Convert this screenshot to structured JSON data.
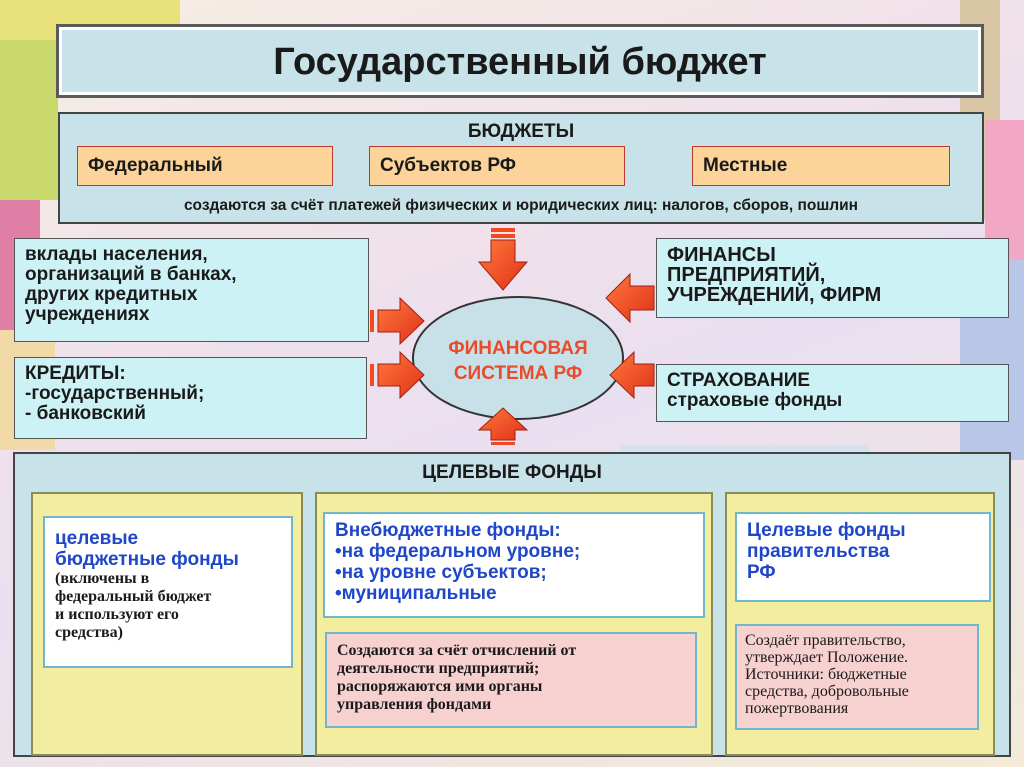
{
  "title": "Государственный бюджет",
  "budgets": {
    "heading": "БЮДЖЕТЫ",
    "items": [
      "Федеральный",
      "Субъектов РФ",
      "Местные"
    ],
    "note": "создаются за счёт платежей физических и юридических лиц: налогов, сборов, пошлин"
  },
  "left": {
    "deposits": [
      "вклады населения,",
      "организаций в банках,",
      "других кредитных",
      "учреждениях"
    ],
    "credits": [
      "КРЕДИТЫ:",
      "-государственный;",
      "- банковский"
    ]
  },
  "right": {
    "finances": [
      "ФИНАНСЫ",
      "ПРЕДПРИЯТИЙ,",
      "УЧРЕЖДЕНИЙ, ФИРМ"
    ],
    "insurance": [
      "СТРАХОВАНИЕ",
      "страховые фонды"
    ]
  },
  "center": [
    "ФИНАНСОВАЯ",
    "СИСТЕМА РФ"
  ],
  "targets": {
    "heading": "ЦЕЛЕВЫЕ ФОНДЫ",
    "col1": {
      "title": [
        "целевые",
        "бюджетные фонды"
      ],
      "note": [
        "(включены в",
        "федеральный бюджет",
        "и используют его",
        "средства)"
      ]
    },
    "col2": {
      "title": [
        "Внебюджетные фонды:",
        "•на федеральном уровне;",
        "•на уровне субъектов;",
        "•муниципальные"
      ],
      "note": [
        "Создаются за счёт отчислений от",
        "деятельности предприятий;",
        "распоряжаются ими органы",
        "управления фондами"
      ]
    },
    "col3": {
      "title": [
        "Целевые фонды",
        "правительства",
        "РФ"
      ],
      "note": [
        "Создаёт правительство,",
        "утверждает Положение.",
        "Источники: бюджетные",
        "средства, добровольные",
        "пожертвования"
      ]
    }
  },
  "colors": {
    "arrow": "#f04a1e",
    "accent_blue": "#1f47c8",
    "center_text": "#e94b2b"
  }
}
